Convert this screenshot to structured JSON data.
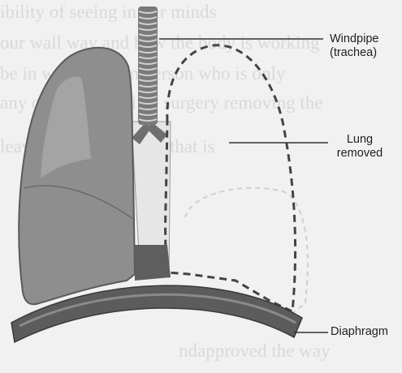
{
  "background_text": [
    "ibility of seeing in our minds",
    "our wall way and how the body is working",
    "be in with the dam person who is only",
    "any other that will be surgery removing the",
    "leave it all, the lung is that is",
    "ndapproved the way"
  ],
  "labels": {
    "windpipe": {
      "line1": "Windpipe",
      "line2": "(trachea)"
    },
    "lung_removed": {
      "line1": "Lung",
      "line2": "removed"
    },
    "diaphragm": {
      "line1": "Diaphragm"
    }
  },
  "colors": {
    "background": "#f1f1f1",
    "lung": "#8e8e8e",
    "lung_highlight": "#b3b3b3",
    "trachea": "#7a7a7a",
    "diaphragm": "#5c5c5c",
    "dashed_outline": "#444444",
    "leader_line": "#333333"
  }
}
